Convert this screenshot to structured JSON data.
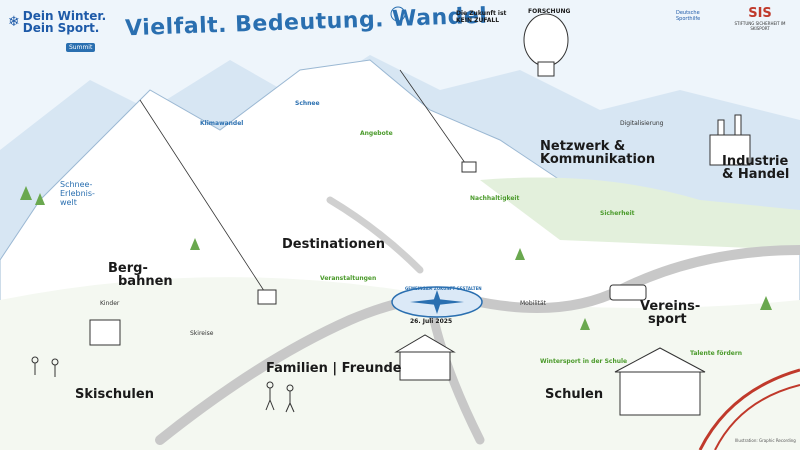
{
  "header": {
    "logo_line1": "Dein Winter.",
    "logo_line2": "Dein Sport.",
    "logo_badge": "Summit",
    "title": "Vielfalt. Bedeutung. Wandel",
    "sponsor_1": "Deutsche Sporthilfe",
    "sponsor_2": "SIS",
    "sponsor_2_sub": "STIFTUNG SICHERHEIT IM SKISPORT"
  },
  "regions": {
    "destinationen": "Destinationen",
    "bergbahnen_1": "Berg-",
    "bergbahnen_2": "bahnen",
    "skischulen": "Skischulen",
    "familien": "Familien | Freunde",
    "schulen": "Schulen",
    "vereinssport_1": "Vereins-",
    "vereinssport_2": "sport",
    "netzwerk_1": "Netzwerk &",
    "netzwerk_2": "Kommunikation",
    "industrie_1": "Industrie",
    "industrie_2": "& Handel",
    "schneemeister_1": "Schnee-",
    "schneemeister_2": "Erlebnis-",
    "schneemeister_3": "welt"
  },
  "labels": {
    "forschung": "FORSCHUNG",
    "date": "26. Juli 2025",
    "compass": "GEMEINSAM ZUKUNFT GESTALTEN",
    "future_bubble": "Die Zukunft ist KEIN ZUFALL",
    "nachhaltigkeit": "Nachhaltigkeit",
    "veranstaltung": "Veranstaltungen",
    "talent": "Talente fördern",
    "wintersport": "Wintersport in der Schule",
    "winterreise": "Skireise",
    "schnee": "Schnee",
    "kinder": "Kinder",
    "sicherheit": "Sicherheit",
    "angebot": "Angebote",
    "mobilitaet": "Mobilität",
    "digital": "Digitalisierung",
    "klimawandel": "Klimawandel",
    "signature": "Illustration: Graphic Recording"
  }
}
